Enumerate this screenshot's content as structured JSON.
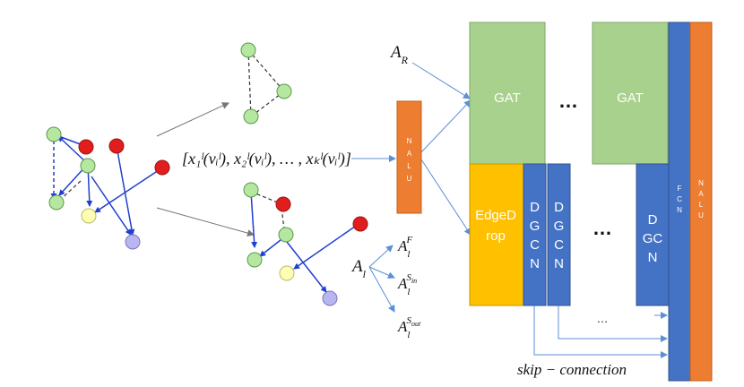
{
  "colors": {
    "green_node": "#b6e7a0",
    "red_node": "#e01e1e",
    "yellow_node": "#ffffb3",
    "purple_node": "#b9b5ef",
    "blue_edge": "#1f3fcf",
    "gat_block": "#a9d18e",
    "dgcn_block": "#4472c4",
    "edgedrop_block": "#ffc000",
    "nalu_block": "#ed7d31",
    "arrow": "#5b8fd6"
  },
  "math": {
    "feature_vector": "[x₁ˡ(vᵢˡ), x₂ˡ(vᵢˡ), … , xₖˡ(vᵢˡ)]",
    "a_r": "A_R",
    "a_l": "A_l",
    "a_l_f": "A_l^F",
    "a_l_sin": "A_l^{S_in}",
    "a_l_sout": "A_l^{S_out}",
    "skip_connection": "skip − connection"
  },
  "blocks": {
    "nalu_left": [
      "N",
      "A",
      "L",
      "U"
    ],
    "gat": "GAT",
    "ellipsis": "…",
    "edgedrop": [
      "EdgeD",
      "rop"
    ],
    "dgcn": [
      "D",
      "G",
      "C",
      "N"
    ],
    "dgcn_last": [
      "D",
      "GC",
      "N"
    ],
    "fcn": [
      "F",
      "C",
      "N"
    ],
    "nalu_right": [
      "N",
      "A",
      "L",
      "U"
    ]
  }
}
